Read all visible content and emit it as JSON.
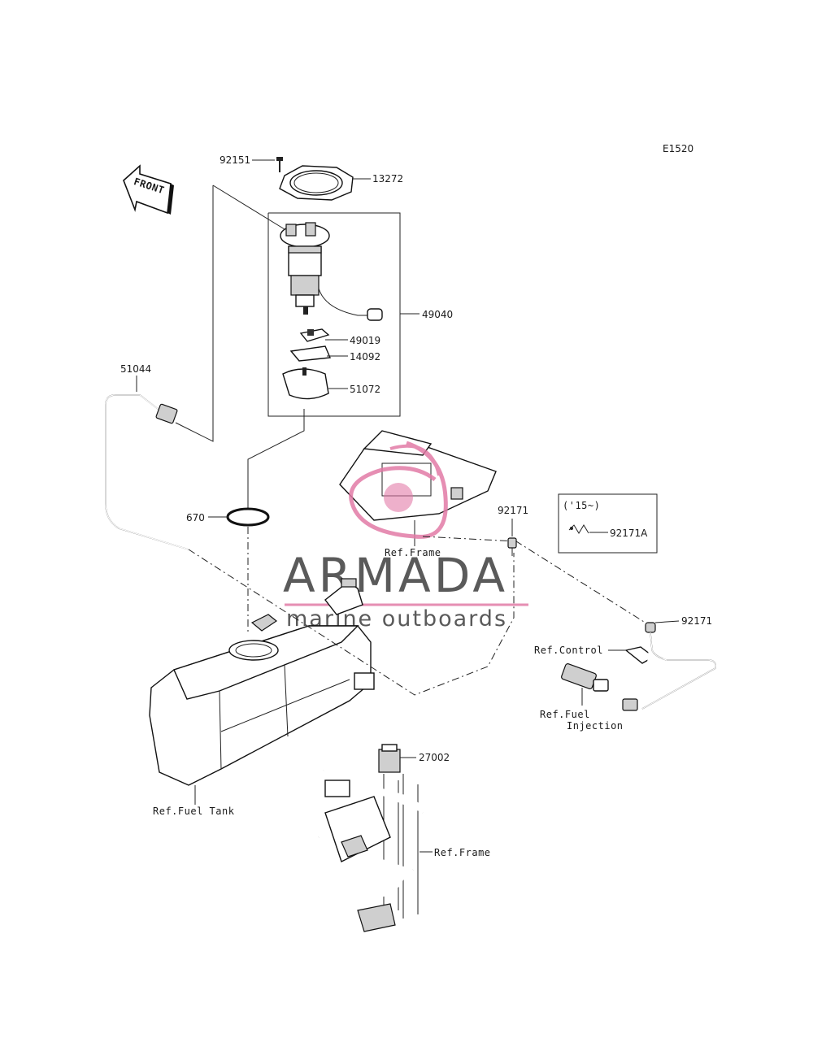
{
  "diagram_code": "E1520",
  "front_label": "FRONT",
  "watermark": {
    "title": "ARMADA",
    "subtitle": "marine outboards",
    "accent_color": "#e27aa6"
  },
  "part_labels": {
    "p92151": "92151",
    "p13272": "13272",
    "p49040": "49040",
    "p49019": "49019",
    "p14092": "14092",
    "p51072": "51072",
    "p51044": "51044",
    "p670": "670",
    "p92171_a": "92171",
    "p92171_b": "92171",
    "p92171A": "92171A",
    "p27002": "27002"
  },
  "inset_label": "('15~)",
  "ref_labels": {
    "frame_top": "Ref.Frame",
    "control": "Ref.Control",
    "fuel_injection_1": "Ref.Fuel",
    "fuel_injection_2": "Injection",
    "fuel_tank": "Ref.Fuel Tank",
    "frame_bottom": "Ref.Frame"
  }
}
